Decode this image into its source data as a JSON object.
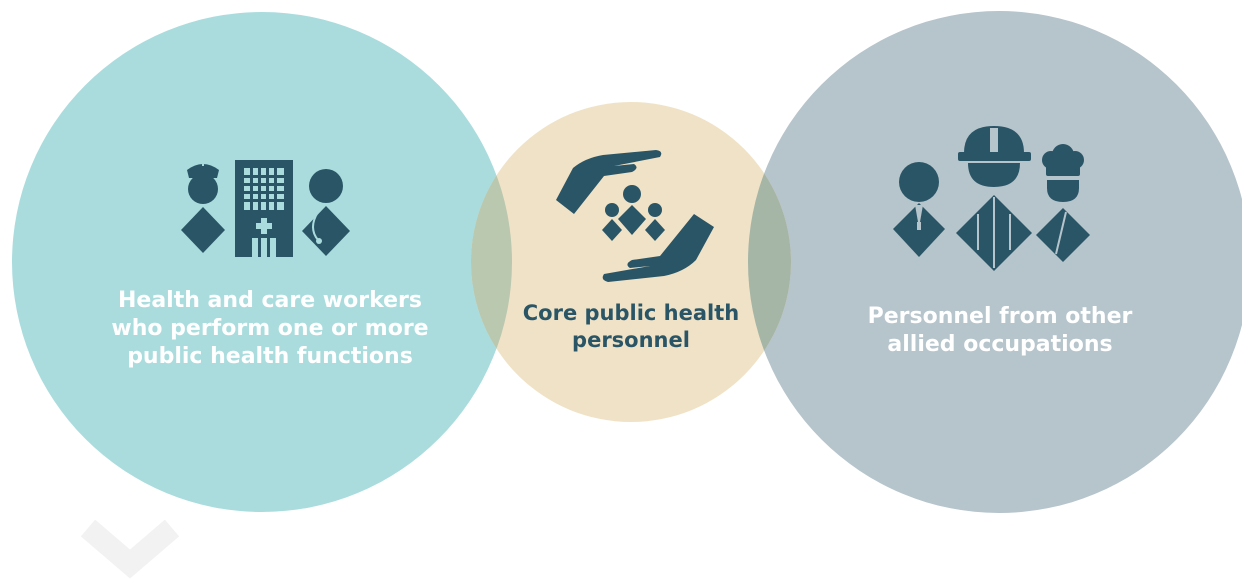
{
  "circles": {
    "left": {
      "label_lines": [
        "Health and care workers",
        "who perform one or more",
        "public health functions"
      ],
      "color": "#aadcde",
      "icons": [
        "nurse-icon",
        "hospital-building-icon",
        "doctor-icon"
      ]
    },
    "center": {
      "label_lines": [
        "Core public health",
        "personnel"
      ],
      "color": "#f0e2c6",
      "icons": [
        "protective-hands-icon",
        "community-people-icon"
      ]
    },
    "right": {
      "label_lines": [
        "Personnel from other",
        "allied occupations"
      ],
      "color": "#b6c4cb",
      "icons": [
        "office-worker-icon",
        "construction-worker-icon",
        "chef-icon"
      ]
    }
  },
  "colors": {
    "icon": "#2a5566",
    "overlap": "#a5b5a6",
    "background": "#ffffff"
  }
}
